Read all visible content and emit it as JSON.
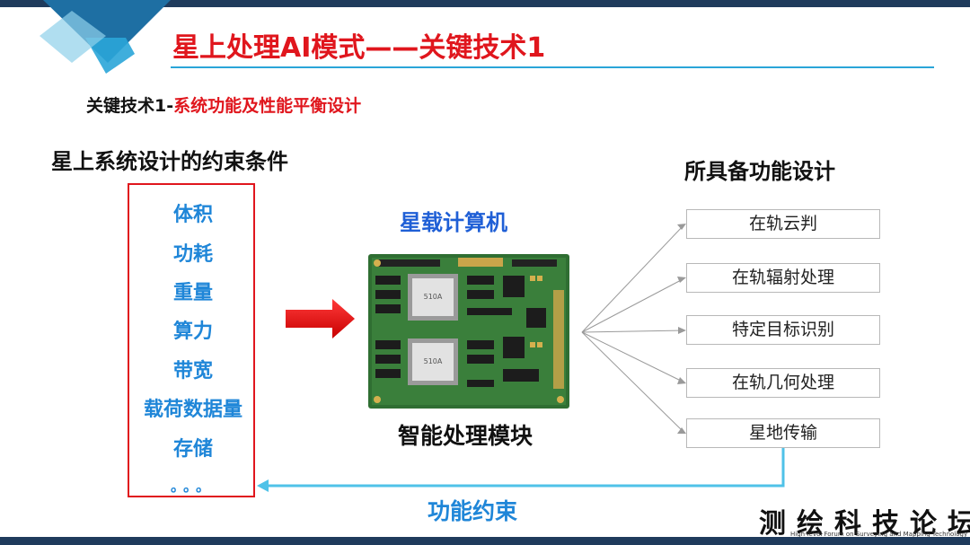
{
  "title": "星上处理AI模式——关键技术1",
  "subtitle": {
    "prefix": "关键技术1-",
    "highlight": "系统功能及性能平衡设计"
  },
  "left_heading": "星上系统设计的约束条件",
  "constraints": [
    "体积",
    "功耗",
    "重量",
    "算力",
    "带宽",
    "载荷数据量",
    "存储",
    "。。。"
  ],
  "computer_label": "星载计算机",
  "module_label": "智能处理模块",
  "chip_labels": [
    "510A",
    "510A"
  ],
  "right_heading": "所具备功能设计",
  "functions": [
    "在轨云判",
    "在轨辐射处理",
    "特定目标识别",
    "在轨几何处理",
    "星地传输"
  ],
  "bottom_label": "功能约束",
  "watermark": {
    "text": "测绘科技论坛",
    "sub": "High-level Forum on Surveying and Mapping Technology"
  },
  "colors": {
    "title_red": "#e0161d",
    "accent_blue": "#2aa5d8",
    "label_blue": "#1f86d8",
    "dark_bar": "#1f3b5c"
  }
}
